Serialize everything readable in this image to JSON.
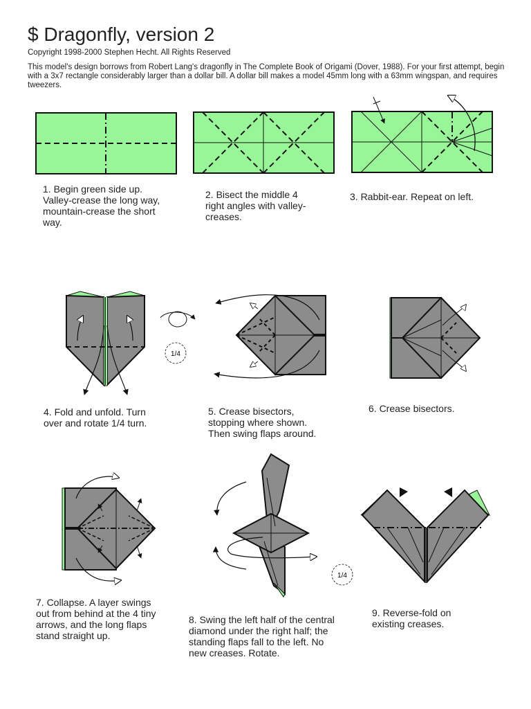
{
  "title": "$ Dragonfly, version 2",
  "copyright": "Copyright 1998-2000 Stephen Hecht.  All Rights Reserved",
  "intro": "This model's design borrows from Robert Lang's dragonfly in The Complete Book of Origami (Dover, 1988).  For your first attempt, begin with a 3x7 rectangle considerably larger than a dollar bill.  A dollar bill makes a model 45mm long with a 63mm wingspan, and requires tweezers.",
  "colors": {
    "paper_front": "#98f698",
    "paper_back": "#8c8c8c",
    "line": "#111111"
  },
  "steps": [
    {
      "caption": "1.  Begin green side up.\nValley-crease the long way,\nmountain-crease the short\nway."
    },
    {
      "caption": "2.  Bisect the middle 4\nright angles with valley-\ncreases."
    },
    {
      "caption": "3.  Rabbit-ear.  Repeat on left."
    },
    {
      "caption": "4.  Fold and unfold.  Turn\nover and rotate 1/4 turn."
    },
    {
      "caption": "5.  Crease bisectors,\nstopping where shown.\nThen swing flaps around."
    },
    {
      "caption": "6.  Crease bisectors."
    },
    {
      "caption": "7.  Collapse.  A layer swings\nout from behind at the 4 tiny\narrows, and the long flaps\nstand straight up."
    },
    {
      "caption": "8.  Swing the left half of the central\ndiamond under the right half;  the\nstanding flaps fall to the left.  No\nnew creases.  Rotate."
    },
    {
      "caption": "9.  Reverse-fold on\nexisting creases."
    }
  ],
  "rotate_labels": [
    "1/4",
    "1/4"
  ]
}
